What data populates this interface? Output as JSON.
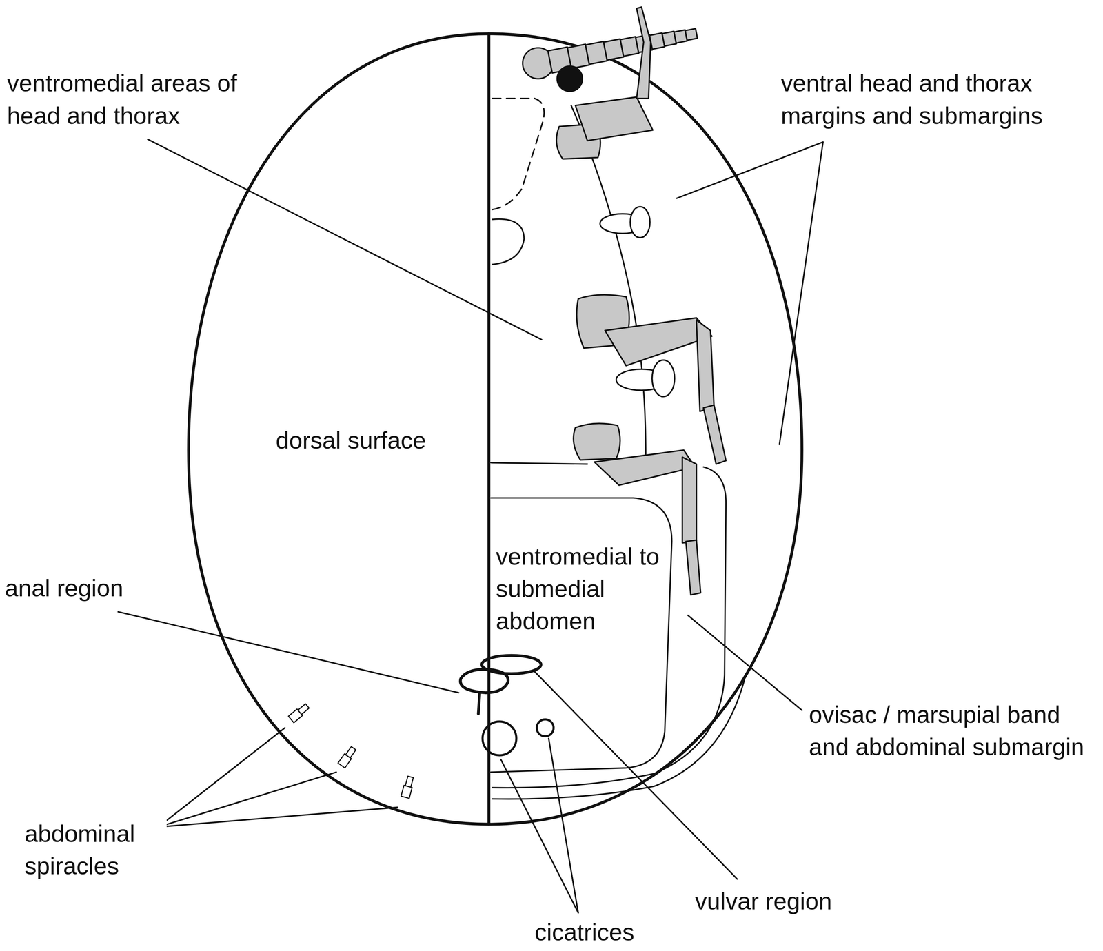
{
  "diagram": {
    "labels": [
      "ventromedial areas of head and thorax",
      "ventral head and thorax margins and submargins",
      "dorsal surface",
      "ventromedial to submedial abdomen",
      "anal region",
      "ovisac / marsupial band and abdominal submargin",
      "abdominal spiracles",
      "cicatrices",
      "vulvar region"
    ]
  }
}
